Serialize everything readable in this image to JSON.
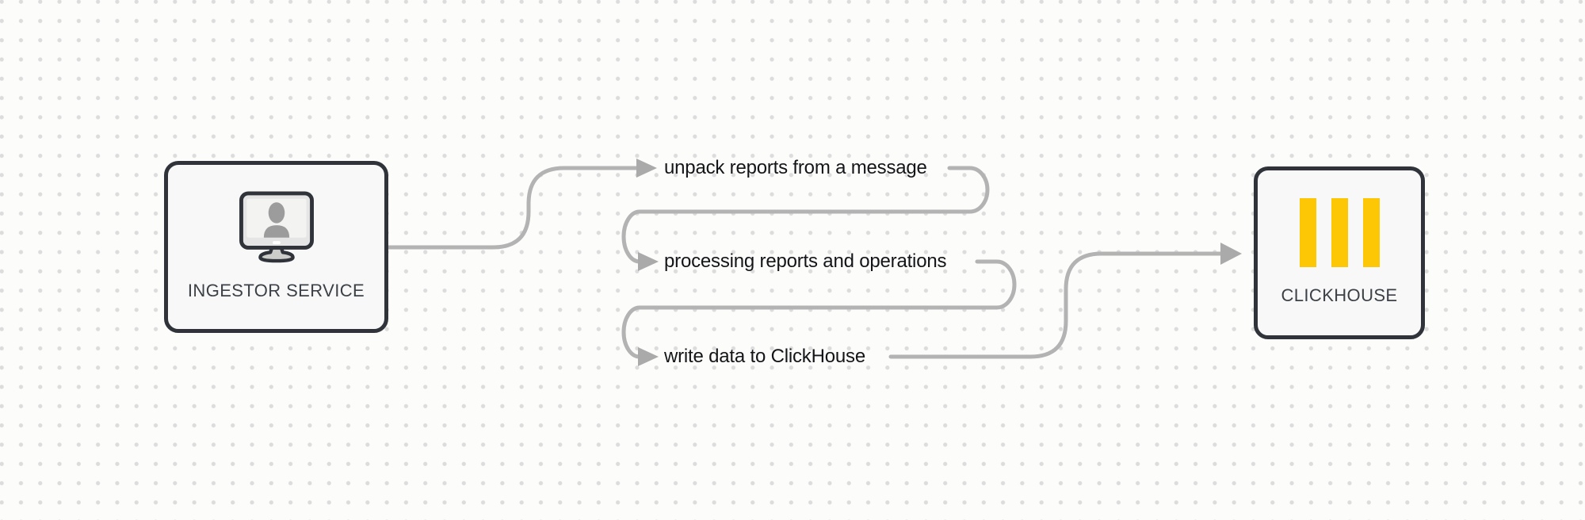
{
  "diagram": {
    "nodes": [
      {
        "id": "ingestor-service",
        "label": "INGESTOR SERVICE",
        "icon": "user-monitor-icon"
      },
      {
        "id": "clickhouse",
        "label": "CLICKHOUSE",
        "icon": "clickhouse-logo-icon"
      }
    ],
    "steps": [
      {
        "label": "unpack reports from a message"
      },
      {
        "label": "processing reports and operations"
      },
      {
        "label": "write data to ClickHouse"
      }
    ],
    "flow": "ingestor-service -> unpack reports from a message -> processing reports and operations -> write data to ClickHouse -> clickhouse"
  },
  "colors": {
    "background": "#fcfcfb",
    "grid_dot": "#dcdcdc",
    "node_fill": "#f7f8f7",
    "node_border": "#30343a",
    "connector": "#b2b3b2",
    "arrowhead": "#a9aaa9",
    "step_text": "#141518",
    "node_label_text": "#3c4147",
    "clickhouse_yellow": "#fdc706",
    "monitor_bezel": "#e4e5e4",
    "monitor_screen": "#f3f3f2",
    "monitor_stand": "#cccccb",
    "silhouette": "#9c9c9c",
    "power_dash": "#ffffff"
  }
}
